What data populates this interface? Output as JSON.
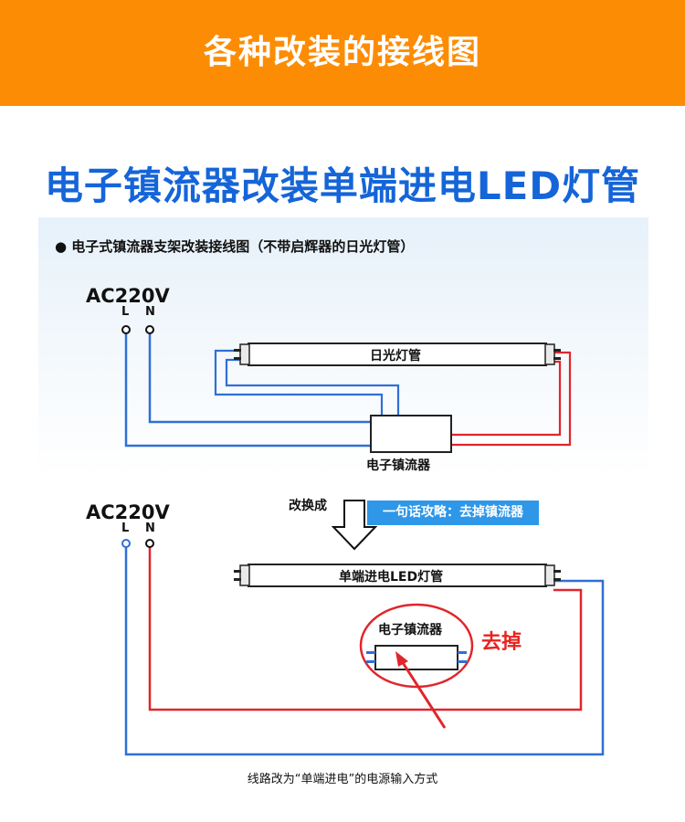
{
  "header": {
    "title": "各种改装的接线图"
  },
  "main_title": "电子镇流器改装单端进电LED灯管",
  "diagram": {
    "subtitle": "● 电子式镇流器支架改装接线图（不带启辉器的日光灯管）",
    "before": {
      "source_label": "AC220V",
      "terminal_l": "L",
      "terminal_n": "N",
      "tube_label": "日光灯管",
      "ballast_label": "电子镇流器"
    },
    "transition": {
      "arrow_label": "改换成",
      "strategy_label": "一句话攻略：去掉镇流器"
    },
    "after": {
      "source_label": "AC220V",
      "terminal_l": "L",
      "terminal_n": "N",
      "tube_label": "单端进电LED灯管",
      "ballast_label": "电子镇流器",
      "remove_label": "去掉"
    },
    "caption": "线路改为“单端进电”的电源输入方式",
    "colors": {
      "wire_blue": "#2f6fd6",
      "wire_red": "#e0262c",
      "banner": "#fd8c05",
      "title_blue": "#1565d8"
    }
  }
}
